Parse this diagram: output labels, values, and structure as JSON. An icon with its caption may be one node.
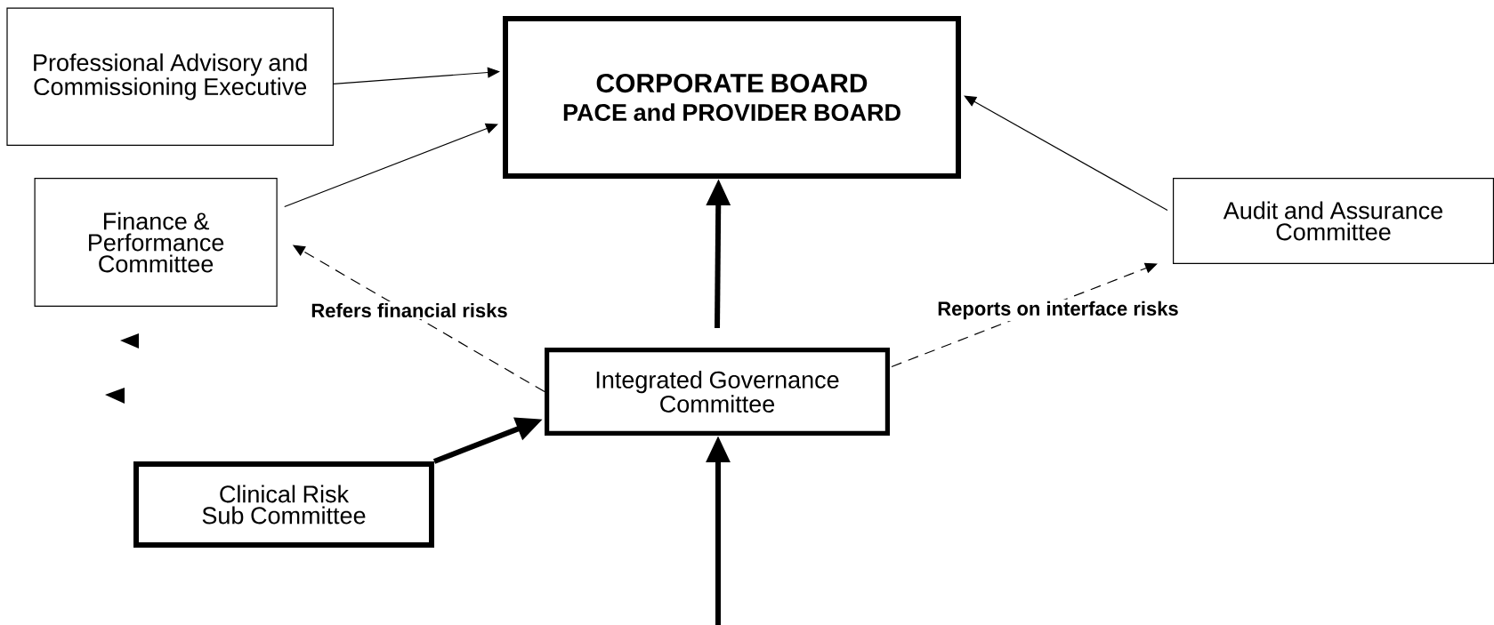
{
  "diagram": {
    "nodes": [
      {
        "text": [
          "Professional Advisory and Commissioning Executive"
        ]
      },
      {
        "text": [
          "CORPORATE BOARD",
          "PACE and PROVIDER BOARD"
        ]
      },
      {
        "text": [
          "Finance & Performance Committee"
        ]
      },
      {
        "text": [
          "Audit and Assurance Committee"
        ]
      },
      {
        "text": [
          "Integrated Governance Committee"
        ]
      },
      {
        "text": [
          "Clinical Risk Sub Committee"
        ]
      }
    ],
    "edges": [
      {
        "from": 0,
        "to": 1,
        "arrow": "to"
      },
      {
        "from": 2,
        "to": 1,
        "arrow": "to"
      },
      {
        "from": 3,
        "to": 1,
        "arrow": "to"
      },
      {
        "from": 4,
        "to": 1,
        "arrow": "to",
        "style": "thick"
      },
      {
        "from": 4,
        "to": 2,
        "arrow": "to",
        "style": "dashed",
        "label": "Refers financial risks"
      },
      {
        "from": 4,
        "to": 3,
        "arrow": "to",
        "style": "dashed",
        "label": "Reports on interface risks"
      },
      {
        "from": 5,
        "to": 4,
        "arrow": "to",
        "style": "thick"
      },
      {
        "from": null,
        "to": 4,
        "arrow": "to",
        "style": "thick"
      }
    ]
  }
}
